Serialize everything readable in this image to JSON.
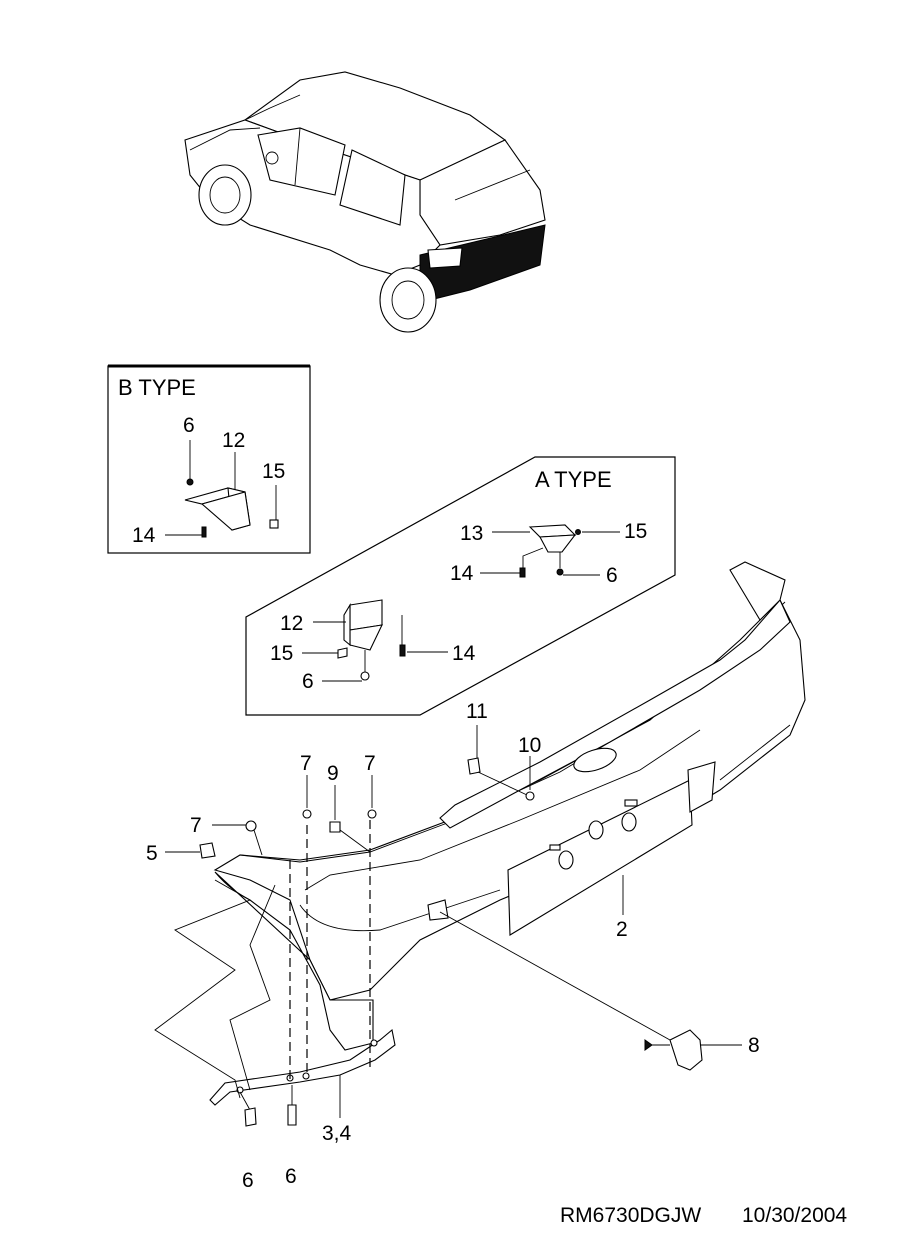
{
  "boxes": {
    "b_type_title": "B TYPE",
    "a_type_title": "A TYPE"
  },
  "labels": {
    "b6": "6",
    "b12": "12",
    "b15": "15",
    "b14": "14",
    "a13": "13",
    "a15top": "15",
    "a14top": "14",
    "a6top": "6",
    "a12": "12",
    "a15": "15",
    "a14": "14",
    "a6": "6",
    "p11": "11",
    "p10": "10",
    "p7a": "7",
    "p9": "9",
    "p7b": "7",
    "p7c": "7",
    "p5": "5",
    "p2": "2",
    "p8": "8",
    "p34": "3,4",
    "p6a": "6",
    "p6b": "6"
  },
  "footer": {
    "code": "RM6730DGJW",
    "date": "10/30/2004"
  }
}
